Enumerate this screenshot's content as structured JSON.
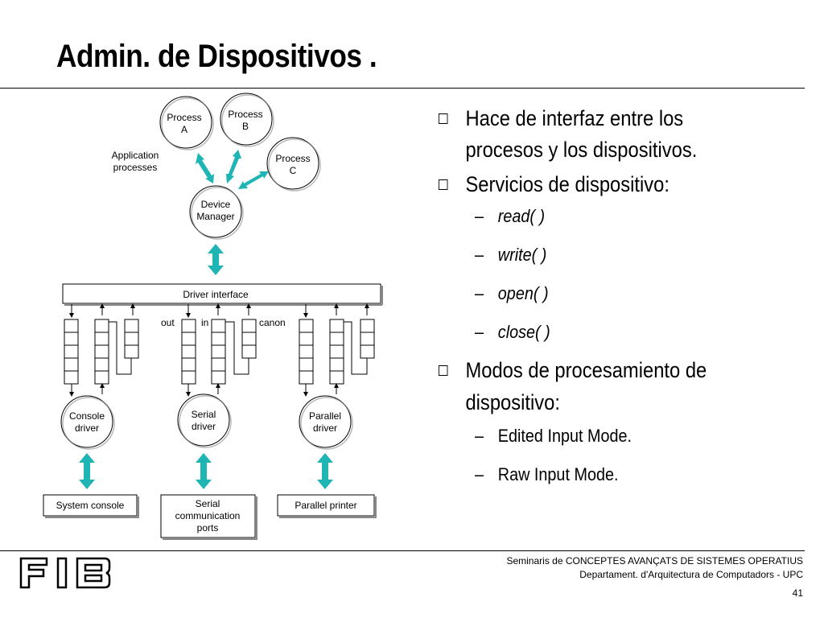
{
  "slide": {
    "title": "Admin. de Dispositivos .",
    "page_number": "41"
  },
  "bullets": {
    "b1": "Hace de interfaz entre los procesos y los dispositivos.",
    "b2": "Servicios de dispositivo:",
    "b2_items": [
      "read( )",
      "write( )",
      "open( )",
      "close( )"
    ],
    "b3": "Modos de procesamiento de dispositivo:",
    "b3_items": [
      "Edited Input Mode.",
      "Raw Input Mode."
    ],
    "dash": "–"
  },
  "diagram": {
    "process_a": [
      "Process",
      "A"
    ],
    "process_b": [
      "Process",
      "B"
    ],
    "process_c": [
      "Process",
      "C"
    ],
    "app_label": [
      "Application",
      "processes"
    ],
    "device_manager": [
      "Device",
      "Manager"
    ],
    "driver_interface": "Driver interface",
    "label_out": "out",
    "label_in": "in",
    "label_canon": "canon",
    "console_driver": [
      "Console",
      "driver"
    ],
    "serial_driver": [
      "Serial",
      "driver"
    ],
    "parallel_driver": [
      "Parallel",
      "driver"
    ],
    "system_console": "System console",
    "serial_ports": [
      "Serial",
      "communication",
      "ports"
    ],
    "parallel_printer": "Parallel printer"
  },
  "footer": {
    "line1": "Seminaris de CONCEPTES AVANÇATS DE SISTEMES OPERATIUS",
    "line2": "Departament.  d'Arquitectura de Computadors - UPC"
  },
  "colors": {
    "arrow": "#1fb5b5",
    "text": "#000000"
  }
}
